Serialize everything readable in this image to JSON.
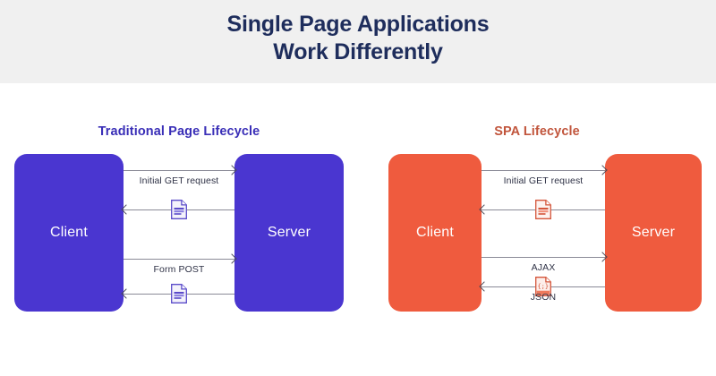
{
  "header": {
    "title_line1": "Single Page Applications",
    "title_line2": "Work Differently",
    "band_color": "#f0f0f0",
    "title_color": "#1e2d5c"
  },
  "colors": {
    "traditional_accent": "#3a2fb7",
    "traditional_box": "#4a36d0",
    "spa_accent": "#c1553c",
    "spa_box": "#ef5b3e",
    "arrow": "#8a8a97",
    "label_text": "#2f3246",
    "canvas_bg": "#ffffff"
  },
  "panels": [
    {
      "id": "traditional",
      "heading": "Traditional Page Lifecycle",
      "client_label": "Client",
      "server_label": "Server",
      "flows": [
        {
          "id": "initial-get",
          "direction": "client-to-server",
          "label": "Initial GET request",
          "icon": null
        },
        {
          "id": "html-response-1",
          "direction": "server-to-client",
          "label": "",
          "icon": "document-icon"
        },
        {
          "id": "form-post",
          "direction": "client-to-server",
          "label": "Form POST",
          "icon": null
        },
        {
          "id": "html-response-2",
          "direction": "server-to-client",
          "label": "",
          "icon": "document-icon"
        }
      ]
    },
    {
      "id": "spa",
      "heading": "SPA Lifecycle",
      "client_label": "Client",
      "server_label": "Server",
      "flows": [
        {
          "id": "initial-get",
          "direction": "client-to-server",
          "label": "Initial GET request",
          "icon": null
        },
        {
          "id": "html-response",
          "direction": "server-to-client",
          "label": "",
          "icon": "document-icon"
        },
        {
          "id": "ajax",
          "direction": "client-to-server",
          "label": "AJAX",
          "icon": null
        },
        {
          "id": "json-response",
          "direction": "server-to-client",
          "label": "JSON",
          "icon": "json-file-icon"
        }
      ]
    }
  ]
}
